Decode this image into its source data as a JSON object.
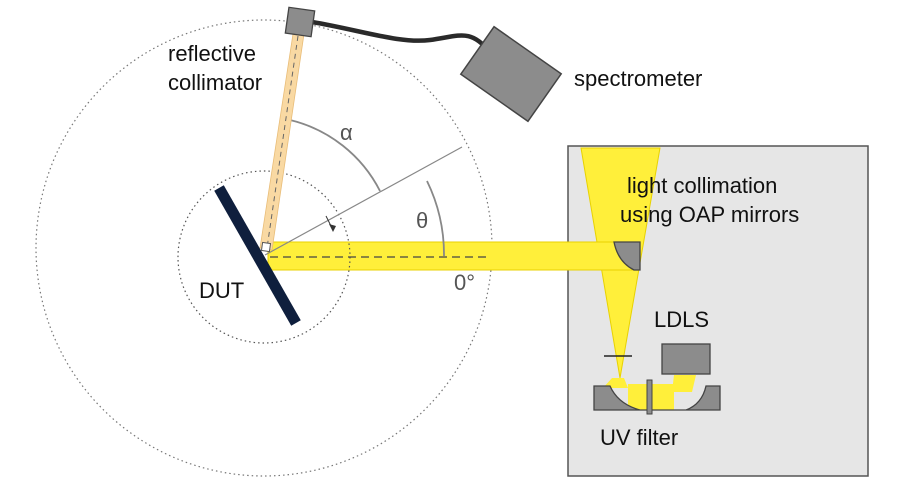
{
  "labels": {
    "collimator": [
      "reflective",
      "collimator"
    ],
    "spectrometer": "spectrometer",
    "dut": "DUT",
    "alpha": "α",
    "theta": "θ",
    "zero_angle": "0°",
    "oap": [
      "light collimation",
      "using OAP mirrors"
    ],
    "ldls": "LDLS",
    "uv_filter": "UV filter"
  },
  "colors": {
    "beam_yellow": "#ffef3a",
    "beam_edge": "#e8d200",
    "collimator_beam": "#f9d9a3",
    "dut_plate": "#0f1f3d",
    "box_fill": "#e6e6e6",
    "box_stroke": "#555555",
    "device_gray": "#8c8c8c",
    "fiber": "#2a2a2a",
    "guide_line": "#888888"
  }
}
